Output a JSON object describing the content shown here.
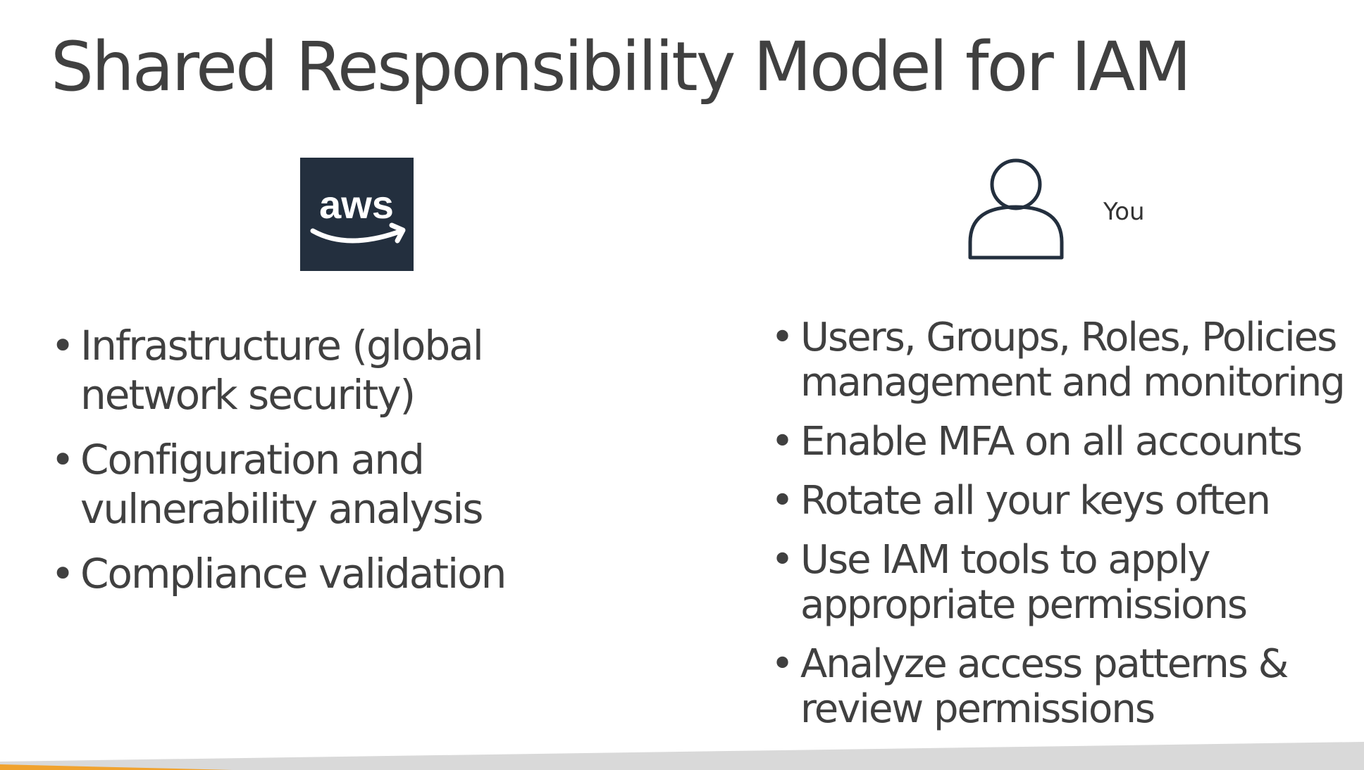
{
  "slide": {
    "title": "Shared Responsibility Model for IAM"
  },
  "aws_column": {
    "logo_text": "aws",
    "bullets": [
      "Infrastructure (global network security)",
      "Configuration and vulnerability analysis",
      "Compliance validation"
    ]
  },
  "you_column": {
    "label": "You",
    "bullets": [
      "Users, Groups, Roles, Policies management and monitoring",
      "Enable MFA on all accounts",
      "Rotate all your keys often",
      "Use IAM tools to apply appropriate permissions",
      "Analyze access patterns & review permissions"
    ]
  },
  "icons": {
    "aws_logo": "aws-logo-icon",
    "person": "person-icon"
  },
  "colors": {
    "text": "#404040",
    "aws_logo_bg": "#232f3e",
    "aws_logo_fg": "#ffffff",
    "footer_orange": "#f0a22e",
    "footer_gray": "#d9d9d9"
  }
}
